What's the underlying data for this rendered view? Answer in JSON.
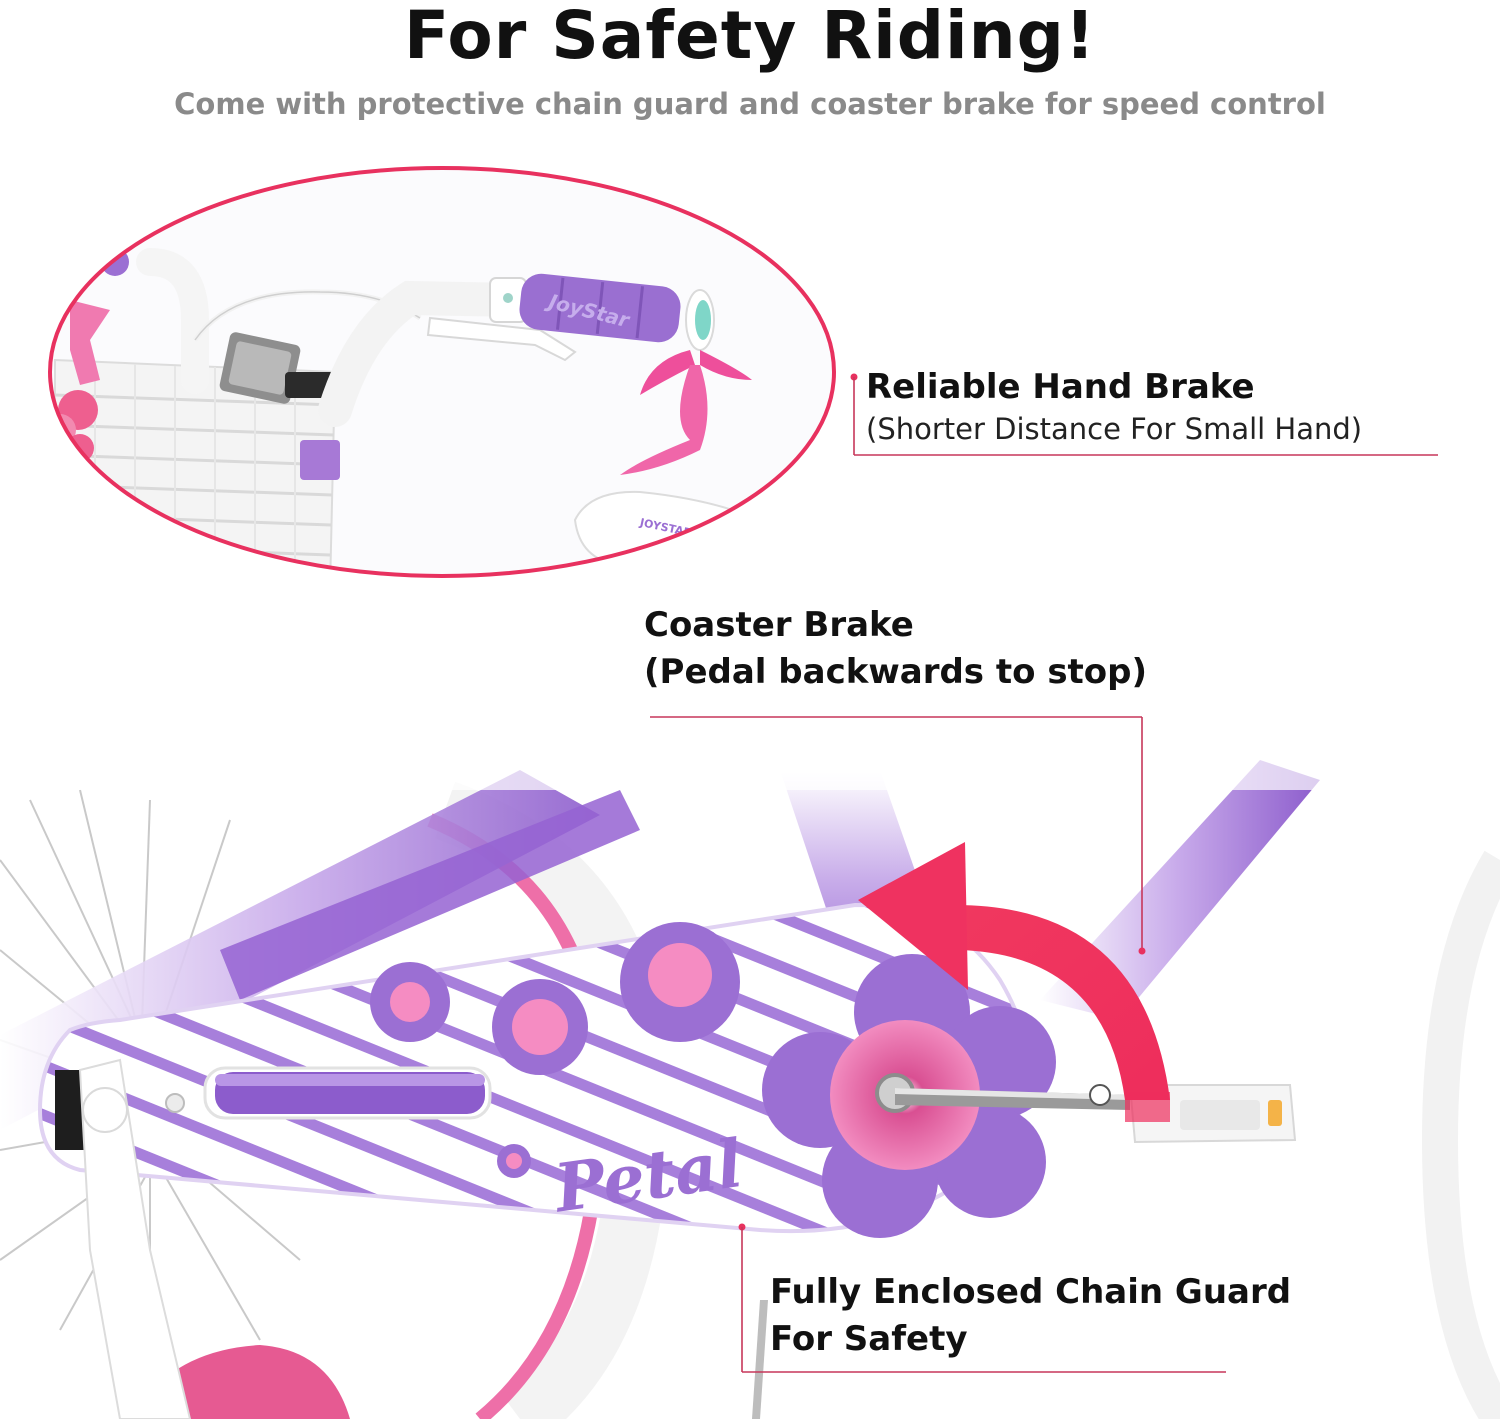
{
  "title": "For Safety Riding!",
  "subtitle": "Come with protective chain guard and coaster brake for speed control",
  "colors": {
    "accent": "#e8315f",
    "purple": "#9b6fd3",
    "pink": "#f57ab6",
    "subtitle_gray": "#8a8a8a"
  },
  "callouts": {
    "hand_brake": {
      "title": "Reliable Hand Brake",
      "note": "(Shorter Distance For Small Hand)"
    },
    "coaster_brake": {
      "line1": "Coaster Brake",
      "line2": "(Pedal backwards to stop)"
    },
    "chain_guard": {
      "line1": "Fully Enclosed Chain Guard",
      "line2": "For Safety"
    }
  },
  "product": {
    "chain_guard_text": "Petal",
    "grip_brand": "JoyStar",
    "seat_brand": "JOYSTAR"
  }
}
